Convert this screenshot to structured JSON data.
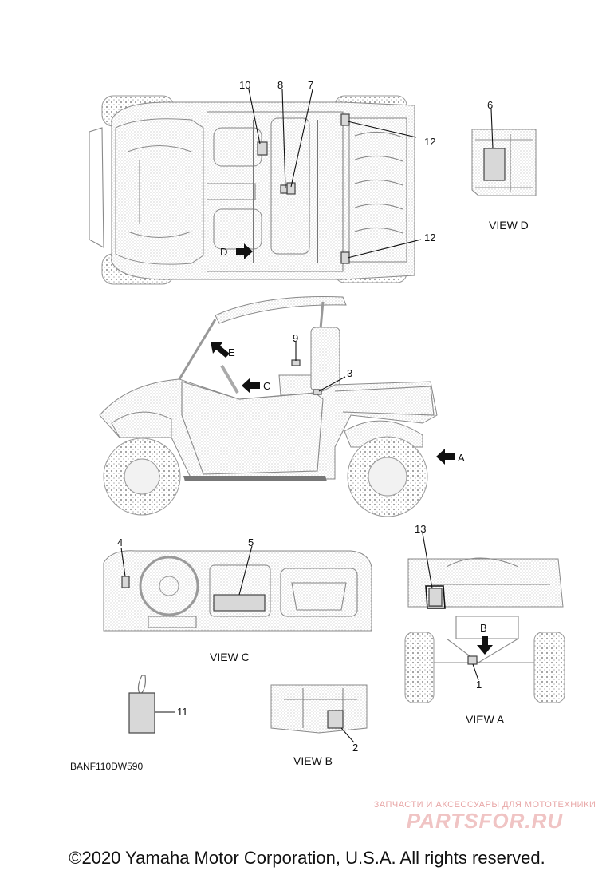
{
  "callouts": {
    "n1": "1",
    "n2": "2",
    "n3": "3",
    "n4": "4",
    "n5": "5",
    "n6": "6",
    "n7": "7",
    "n8": "8",
    "n9": "9",
    "n10": "10",
    "n11": "11",
    "n12a": "12",
    "n12b": "12",
    "n13": "13"
  },
  "view_letters": {
    "a": "A",
    "b": "B",
    "c": "C",
    "d": "D",
    "e": "E"
  },
  "view_titles": {
    "a": "VIEW A",
    "b": "VIEW B",
    "c": "VIEW C",
    "d": "VIEW D"
  },
  "diagram_code": "BANF110DW590",
  "watermark": {
    "line1": "ЗАПЧАСТИ И АКСЕССУАРЫ ДЛЯ МОТОТЕХНИКИ",
    "logo": "PARTSFOR.RU"
  },
  "copyright": "©2020 Yamaha Motor Corporation, U.S.A. All rights reserved.",
  "colors": {
    "label_part": "#d8d8d8",
    "line": "#111111",
    "drawing": "#8a8a8a",
    "watermark": "#f0c4c4"
  },
  "icons": [
    "arrow-right-icon",
    "arrow-left-icon",
    "arrow-down-icon",
    "arrow-up-left-icon",
    "tag-icon"
  ]
}
